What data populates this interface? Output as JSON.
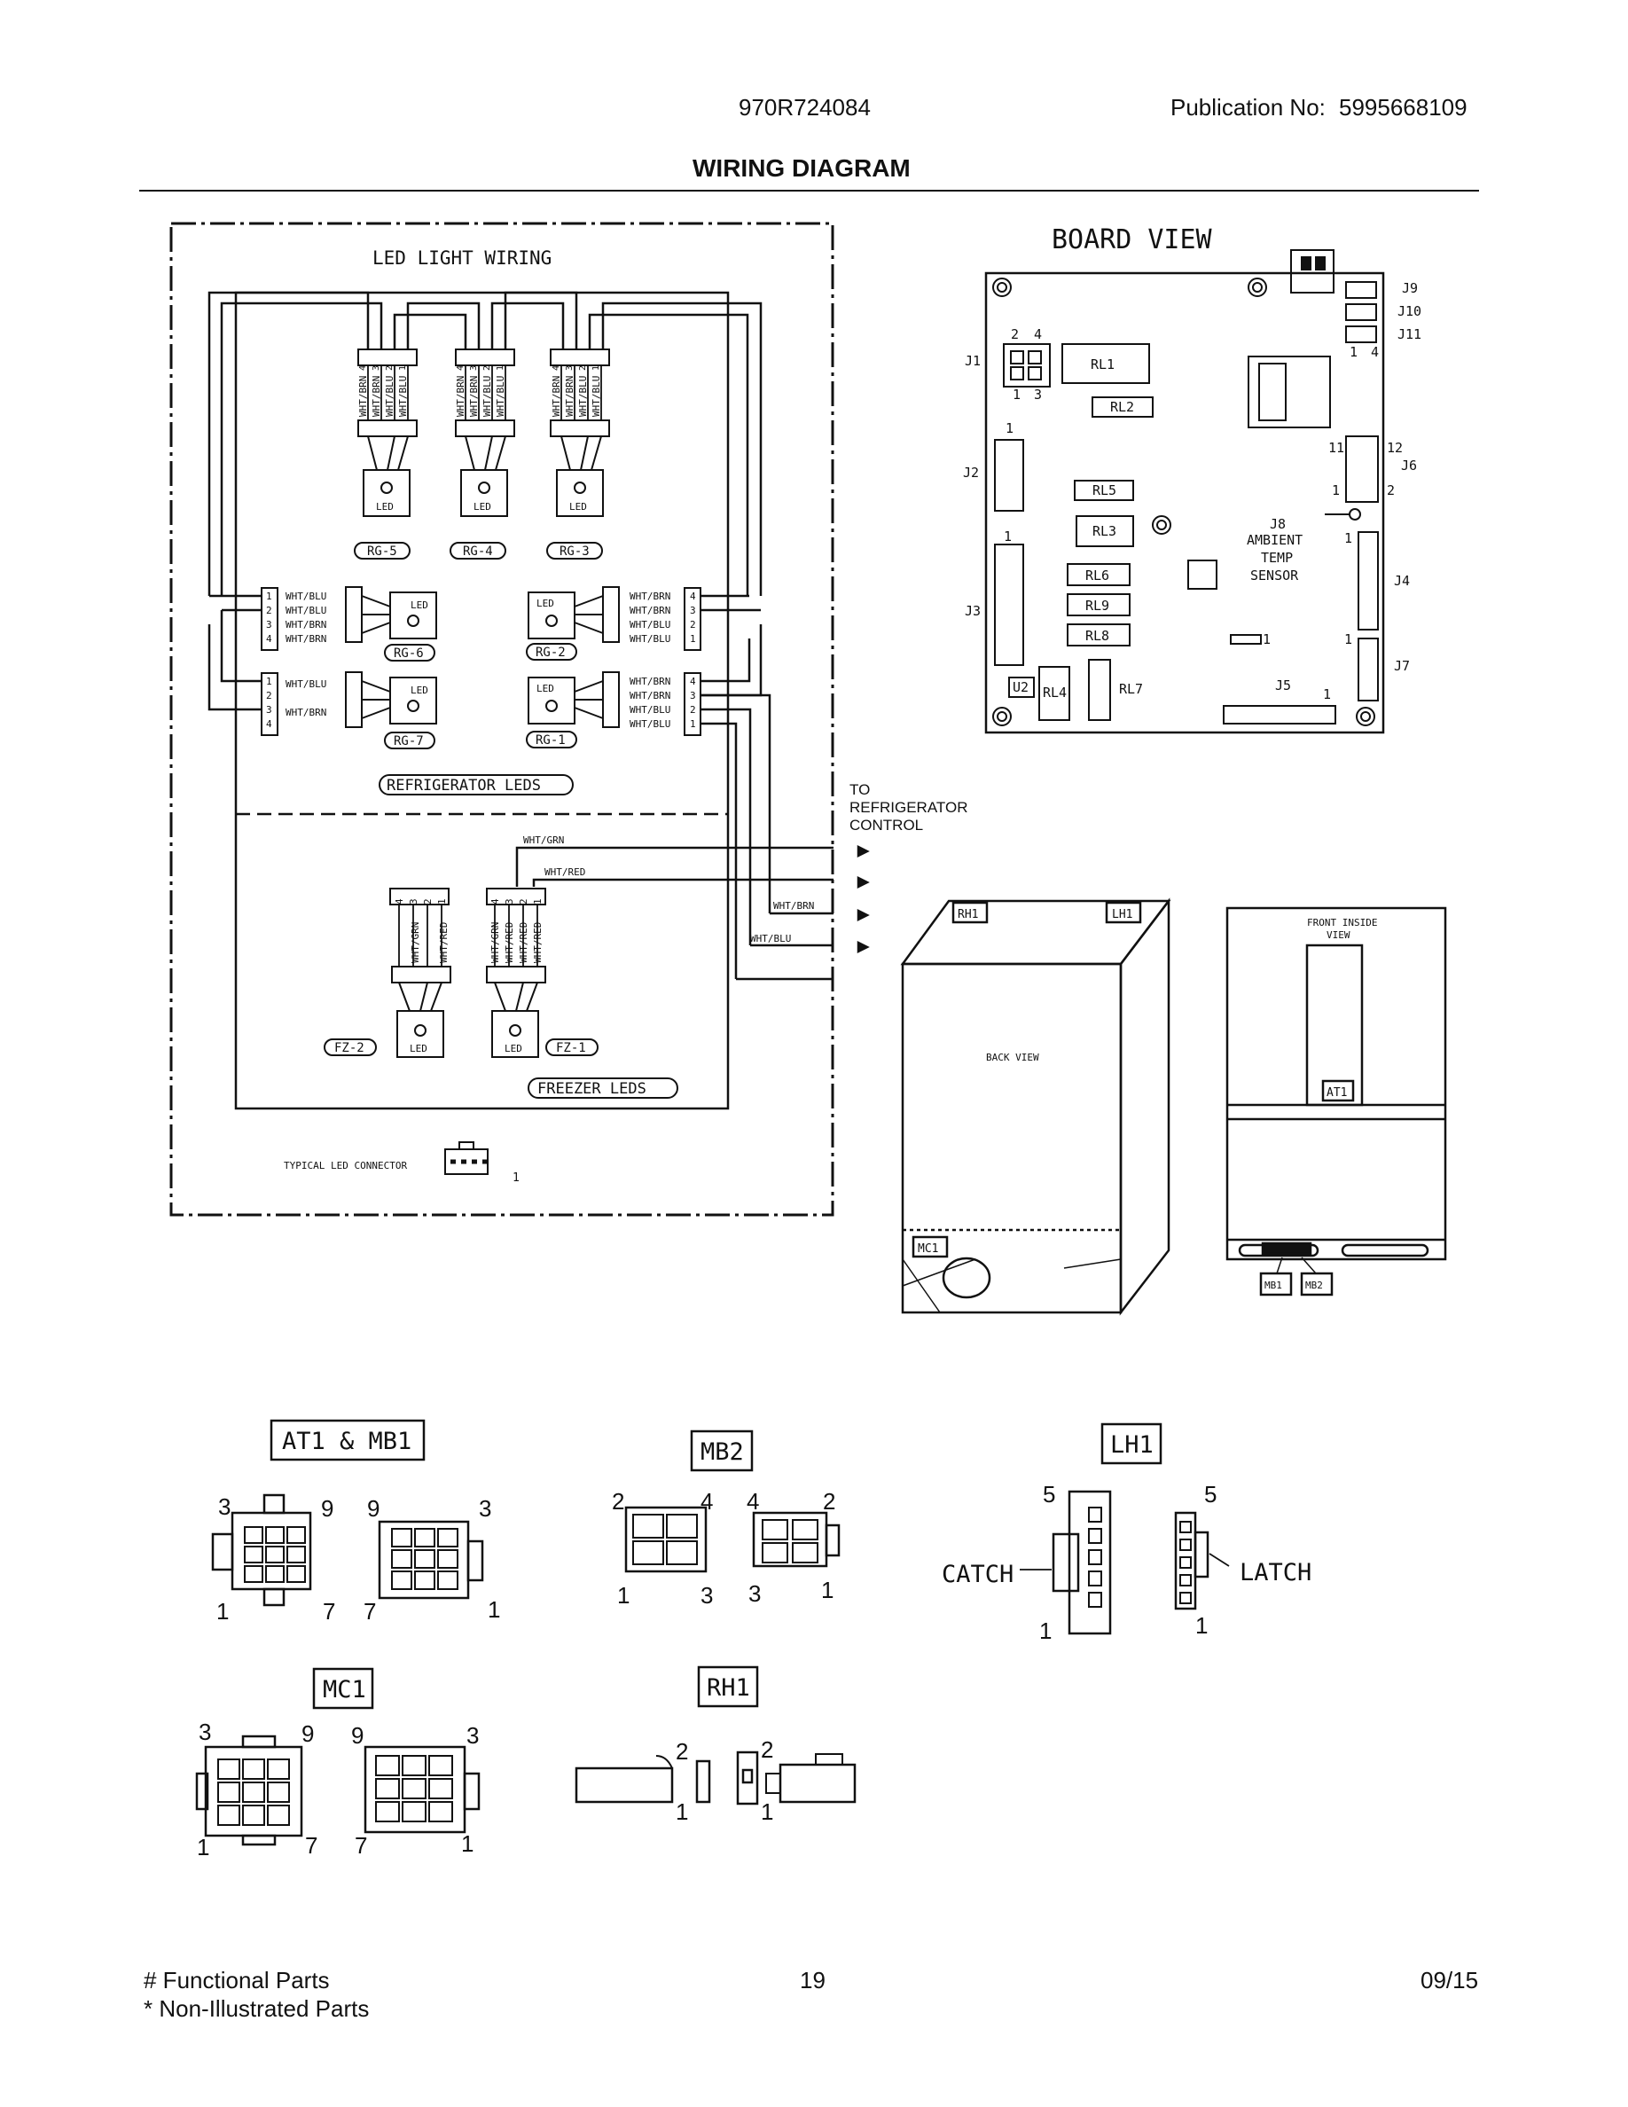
{
  "header": {
    "model": "970R724084",
    "publication_label": "Publication No:",
    "publication_no": "5995668109",
    "title": "WIRING DIAGRAM"
  },
  "led_section": {
    "title": "LED LIGHT WIRING",
    "refrigerator_label": "REFRIGERATOR LEDS",
    "freezer_label": "FREEZER LEDS",
    "typical_connector": "TYPICAL LED CONNECTOR",
    "connector_pin": "1",
    "led": "LED",
    "top_ids": [
      "RG-5",
      "RG-4",
      "RG-3"
    ],
    "mid_left_ids": [
      "RG-6",
      "RG-7"
    ],
    "mid_right_ids": [
      "RG-2",
      "RG-1"
    ],
    "freezer_ids": [
      "FZ-2",
      "FZ-1"
    ],
    "wire_cols": [
      "WHT/BRN",
      "WHT/BRN",
      "WHT/BLU",
      "WHT/BLU"
    ],
    "pins_top": [
      "4",
      "3",
      "2",
      "1"
    ],
    "left_block1": [
      "WHT/BLU",
      "WHT/BLU",
      "WHT/BRN",
      "WHT/BRN"
    ],
    "left_block2": [
      "WHT/BLU",
      "WHT/BRN"
    ],
    "right_block1": [
      "WHT/BRN",
      "WHT/BRN",
      "WHT/BLU",
      "WHT/BLU"
    ],
    "right_block2": [
      "WHT/BRN",
      "WHT/BRN",
      "WHT/BLU",
      "WHT/BLU"
    ],
    "pins_left": [
      "1",
      "2",
      "3",
      "4"
    ],
    "pins_right": [
      "4",
      "3",
      "2",
      "1"
    ],
    "freezer_left_wires": [
      "WHT/GRN",
      "WHT/RED"
    ],
    "freezer_right_wires": [
      "WHT/GRN",
      "WHT/RED",
      "WHT/RED",
      "WHT/RED"
    ],
    "bus_wires": [
      "WHT/GRN",
      "WHT/RED",
      "WHT/BRN",
      "WHT/BLU"
    ],
    "to_control": [
      "TO",
      "REFRIGERATOR",
      "CONTROL"
    ]
  },
  "board": {
    "title": "BOARD VIEW",
    "relays": [
      "RL1",
      "RL2",
      "RL5",
      "RL3",
      "RL6",
      "RL9",
      "RL8",
      "RL4",
      "RL7",
      "U2"
    ],
    "connectors": [
      "J1",
      "J2",
      "J3",
      "J4",
      "J5",
      "J6",
      "J7",
      "J8",
      "J9",
      "J10",
      "J11"
    ],
    "sensor_label": [
      "AMBIENT",
      "TEMP",
      "SENSOR"
    ],
    "pins": [
      "2",
      "4",
      "1",
      "3",
      "1",
      "1",
      "1",
      "4",
      "11",
      "12",
      "1",
      "2",
      "1",
      "1",
      "1",
      "1"
    ]
  },
  "back_view": {
    "label": "BACK VIEW",
    "tags": [
      "RH1",
      "LH1",
      "MC1"
    ]
  },
  "front_view": {
    "label": [
      "FRONT INSIDE",
      "VIEW"
    ],
    "tags": [
      "AT1",
      "MB1",
      "MB2"
    ]
  },
  "connectors": {
    "at1_mb1": {
      "label": "AT1 & MB1",
      "pins": [
        "3",
        "9",
        "1",
        "7",
        "9",
        "3",
        "7",
        "1"
      ]
    },
    "mb2": {
      "label": "MB2",
      "pins": [
        "2",
        "4",
        "1",
        "3",
        "4",
        "2",
        "3",
        "1"
      ]
    },
    "lh1": {
      "label": "LH1",
      "catch": "CATCH",
      "latch": "LATCH",
      "pins": [
        "5",
        "1",
        "5",
        "1"
      ]
    },
    "mc1": {
      "label": "MC1",
      "pins": [
        "3",
        "9",
        "1",
        "7",
        "9",
        "3",
        "7",
        "1"
      ]
    },
    "rh1": {
      "label": "RH1",
      "pins": [
        "2",
        "1",
        "2",
        "1"
      ]
    }
  },
  "footer": {
    "functional": "# Functional Parts",
    "non_illustrated": "* Non-Illustrated Parts",
    "page": "19",
    "date": "09/15"
  }
}
